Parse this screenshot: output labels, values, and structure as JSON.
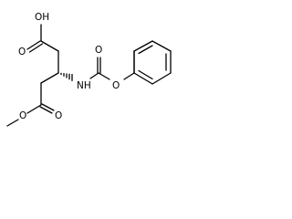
{
  "molecule": {
    "labels": {
      "carboxylic_oh": "OH",
      "carboxylic_carbonyl_o": "O",
      "carbamate_nh": "NH",
      "carbamate_carbonyl_o": "O",
      "carbamate_ester_o": "O",
      "methyl_ester_carbonyl_o": "O",
      "methyl_ester_o": "O"
    },
    "colors": {
      "bond": "#000000",
      "text": "#000000",
      "background": "#ffffff"
    }
  }
}
